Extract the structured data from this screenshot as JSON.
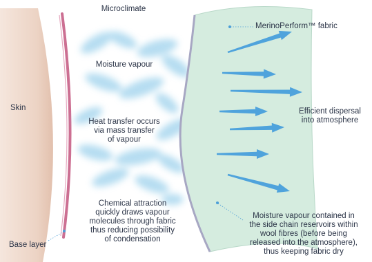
{
  "labels": {
    "microclimate": "Microclimate",
    "fabric": "MerinoPerform™ fabric",
    "moisture_vapour": "Moisture vapour",
    "skin": "Skin",
    "heat_transfer": [
      "Heat transfer occurs",
      "via mass transfer",
      "of vapour"
    ],
    "efficient_dispersal": [
      "Efficient dispersal",
      "into atmosphere"
    ],
    "chemical_attraction": [
      "Chemical attraction",
      "quickly draws vapour",
      "molecules through fabric",
      "thus reducing possibility",
      "of condensation"
    ],
    "moisture_contained": [
      "Moisture vapour contained in",
      "the side chain reservoirs within",
      "wool fibres (before being",
      "released into the atmosphere),",
      "thus keeping fabric dry"
    ],
    "base_layer": "Base layer"
  },
  "colors": {
    "skin": "#ecd3c4",
    "base_layer": "#cc6f92",
    "fabric": "#d5ecdf",
    "fabric_edge": "#a7a7c3",
    "vapour": "#9dd1ec",
    "arrow": "#4fa3dc",
    "leader_line": "#4d9fd8",
    "text": "#2c3548"
  }
}
